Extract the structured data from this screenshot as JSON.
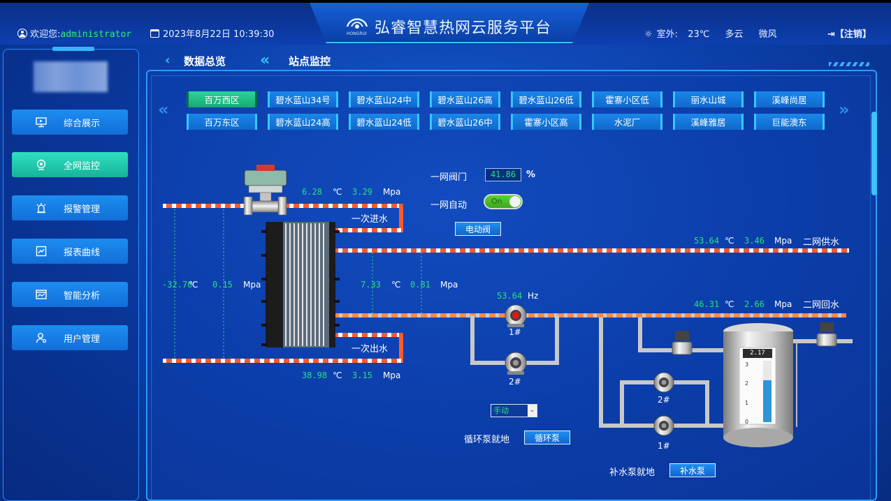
{
  "header": {
    "welcome_label": "欢迎您:",
    "username": "administrator",
    "datetime": "2023年8月22日 10:39:30",
    "title": "弘睿智慧热网云服务平台",
    "logo_text": "HONGRUI",
    "weather_label": "室外:",
    "temperature": "23℃",
    "condition": "多云",
    "wind": "微风",
    "logout_label": "【注销】"
  },
  "sidebar": {
    "items": [
      {
        "label": "综合展示",
        "icon": "monitor-icon",
        "active": false
      },
      {
        "label": "全网监控",
        "icon": "camera-icon",
        "active": true
      },
      {
        "label": "报警管理",
        "icon": "alarm-icon",
        "active": false
      },
      {
        "label": "报表曲线",
        "icon": "chart-icon",
        "active": false
      },
      {
        "label": "智能分析",
        "icon": "analysis-icon",
        "active": false
      },
      {
        "label": "用户管理",
        "icon": "user-gear-icon",
        "active": false
      }
    ]
  },
  "tabs": [
    {
      "label": "数据总览"
    },
    {
      "label": "站点监控"
    }
  ],
  "sites": {
    "row1": [
      "百万西区",
      "碧水蓝山34号",
      "碧水蓝山24中",
      "碧水蓝山26高",
      "碧水蓝山26低",
      "霍寨小区低",
      "丽水山城",
      "溪峰尚居"
    ],
    "row2": [
      "百万东区",
      "碧水蓝山24高",
      "碧水蓝山24低",
      "碧水蓝山26中",
      "霍寨小区高",
      "水泥厂",
      "溪峰雅居",
      "巨能澳东"
    ],
    "selected": "百万西区"
  },
  "primary": {
    "valve_label": "一网阀门",
    "valve_value": "41.86",
    "valve_unit": "%",
    "auto_label": "一网自动",
    "auto_state": "On",
    "electric_valve_btn": "电动阀",
    "supply_label": "一次进水",
    "supply_temp": "6.28",
    "supply_press": "3.29",
    "return_label": "一次出水",
    "return_temp": "38.98",
    "return_press": "3.15",
    "left_temp": "-32.70",
    "left_press": "0.15",
    "mid_temp": "7.33",
    "mid_press": "0.81"
  },
  "secondary": {
    "supply_label": "二网供水",
    "supply_temp": "53.64",
    "supply_press": "3.46",
    "return_label": "二网回水",
    "return_temp": "46.31",
    "return_press": "2.66",
    "freq_value": "53.64",
    "freq_unit": "Hz",
    "pump1": "1#",
    "pump2": "2#",
    "mode": "手动",
    "circ_label": "循环泵就地",
    "circ_btn": "循环泵",
    "makeup_pump1": "1#",
    "makeup_pump2": "2#",
    "makeup_label": "补水泵就地",
    "makeup_btn": "补水泵",
    "tank_level": "2.17",
    "tank_ticks": [
      "3",
      "2",
      "1",
      "0"
    ]
  },
  "units": {
    "temp": "℃",
    "press": "Mpa"
  }
}
